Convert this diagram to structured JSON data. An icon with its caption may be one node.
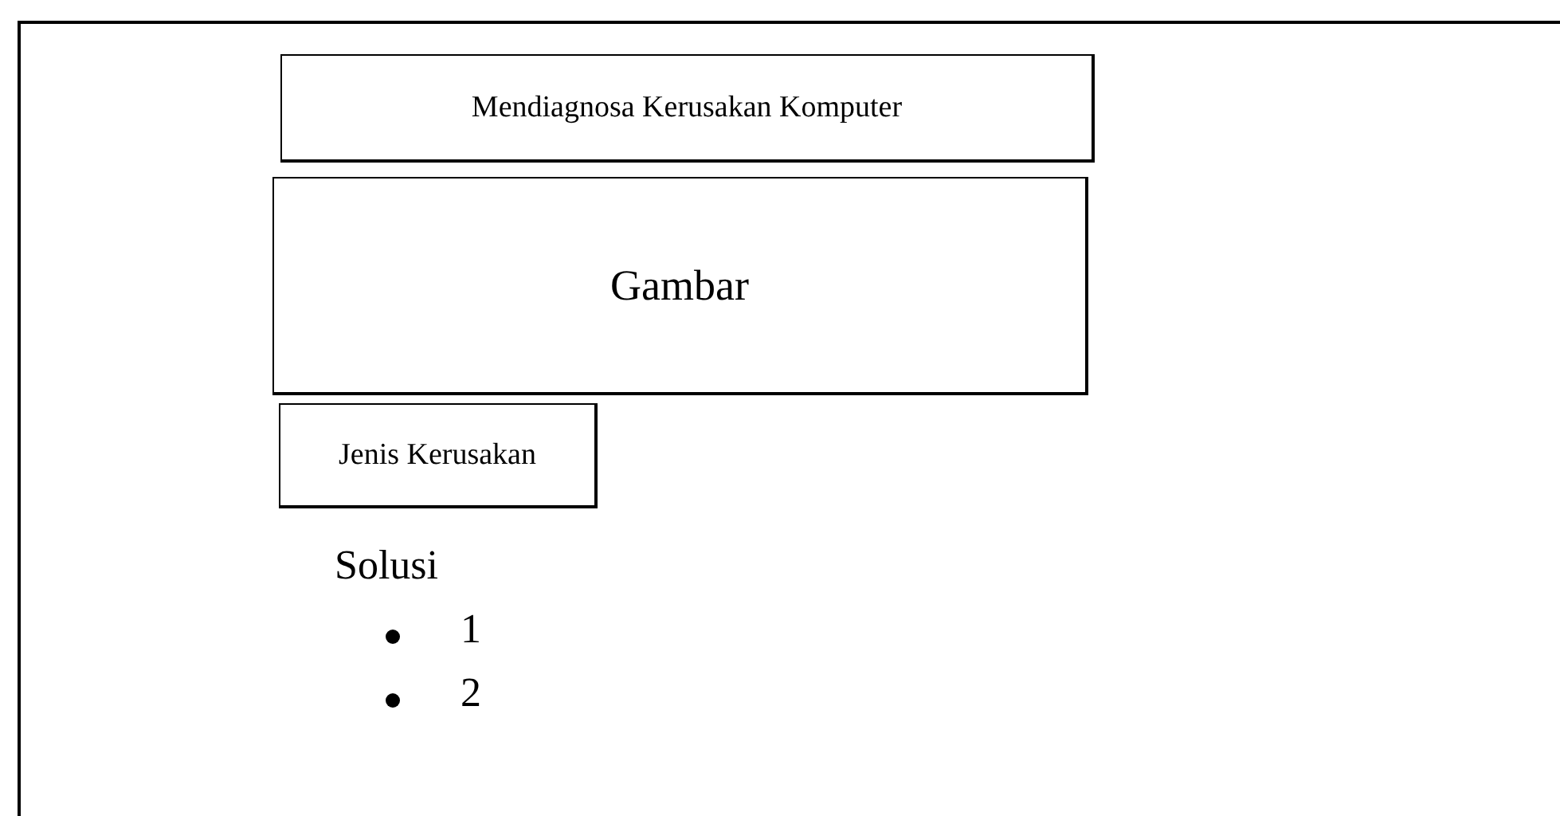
{
  "diagram": {
    "nodes": [
      {
        "text": [
          "Mendiagnosa Kerusakan Komputer"
        ]
      },
      {
        "text": [
          "Gambar"
        ]
      },
      {
        "text": [
          "Jenis Kerusakan"
        ]
      }
    ],
    "labels": [
      "Solusi",
      "1",
      "2"
    ]
  }
}
